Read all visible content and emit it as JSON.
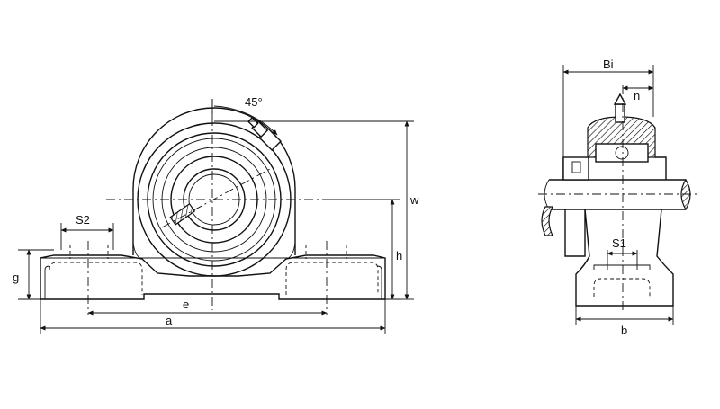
{
  "front_view": {
    "angle_label": "45°",
    "dim_s2": "S2",
    "dim_g": "g",
    "dim_e": "e",
    "dim_a": "a",
    "dim_h": "h",
    "dim_w": "w"
  },
  "side_view": {
    "dim_bi": "Bi",
    "dim_n": "n",
    "dim_s1": "S1",
    "dim_b": "b"
  }
}
